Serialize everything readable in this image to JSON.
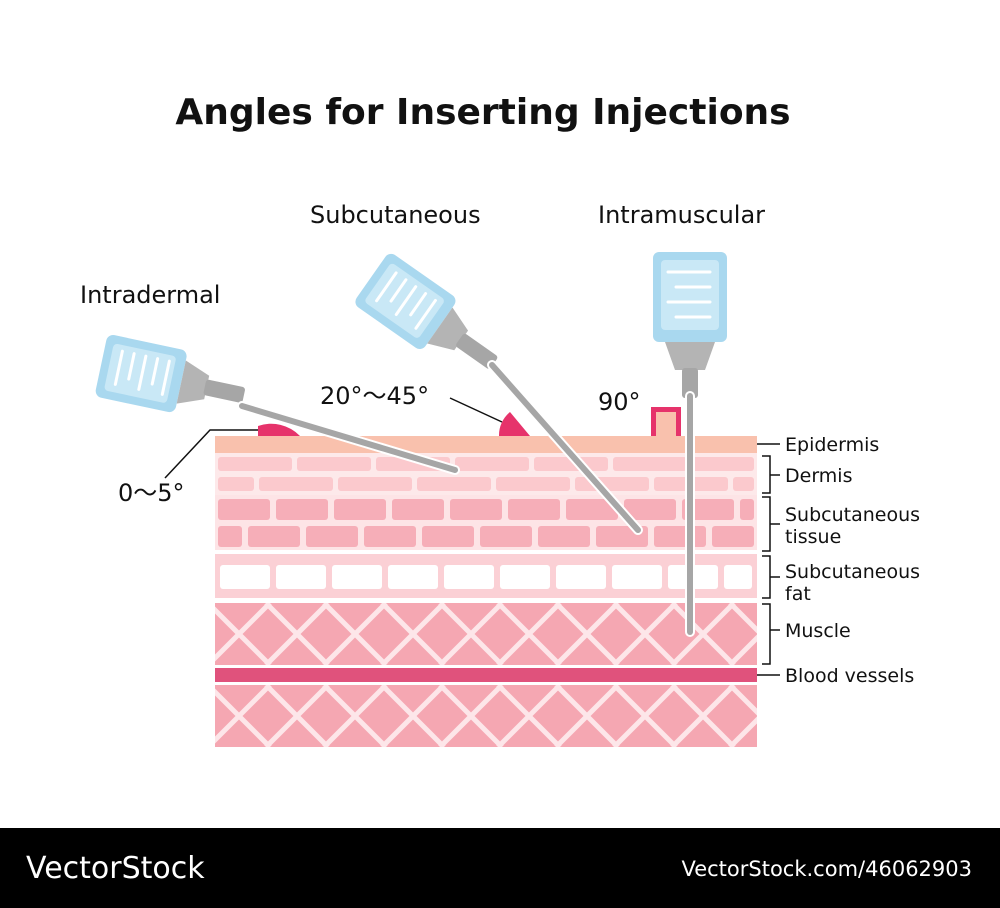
{
  "title": "Angles for Inserting Injections",
  "injections": [
    {
      "label": "Intradermal",
      "angle": "0〜5°"
    },
    {
      "label": "Subcutaneous",
      "angle": "20°〜45°"
    },
    {
      "label": "Intramuscular",
      "angle": "90°"
    }
  ],
  "layers": [
    {
      "line1": "Epidermis",
      "line2": ""
    },
    {
      "line1": "Dermis",
      "line2": ""
    },
    {
      "line1": "Subcutaneous",
      "line2": "tissue"
    },
    {
      "line1": "Subcutaneous",
      "line2": "fat"
    },
    {
      "line1": "Muscle",
      "line2": ""
    },
    {
      "line1": "Blood vessels",
      "line2": ""
    }
  ],
  "footer": {
    "brand": "VectorStock",
    "url": "VectorStock.com/46062903"
  },
  "colors": {
    "epidermis": "#f9c1ad",
    "dermis": "#fbc9cd",
    "subcutaneous_tissue": "#f6aeb8",
    "fat": "#fbe0e2",
    "muscle": "#f5a7b2",
    "blood_vessel": "#e0527c",
    "angle_marker": "#e6336b",
    "syringe_barrel": "#a9d8ef",
    "needle": "#a6a6a6",
    "footer_bg": "#000000"
  }
}
